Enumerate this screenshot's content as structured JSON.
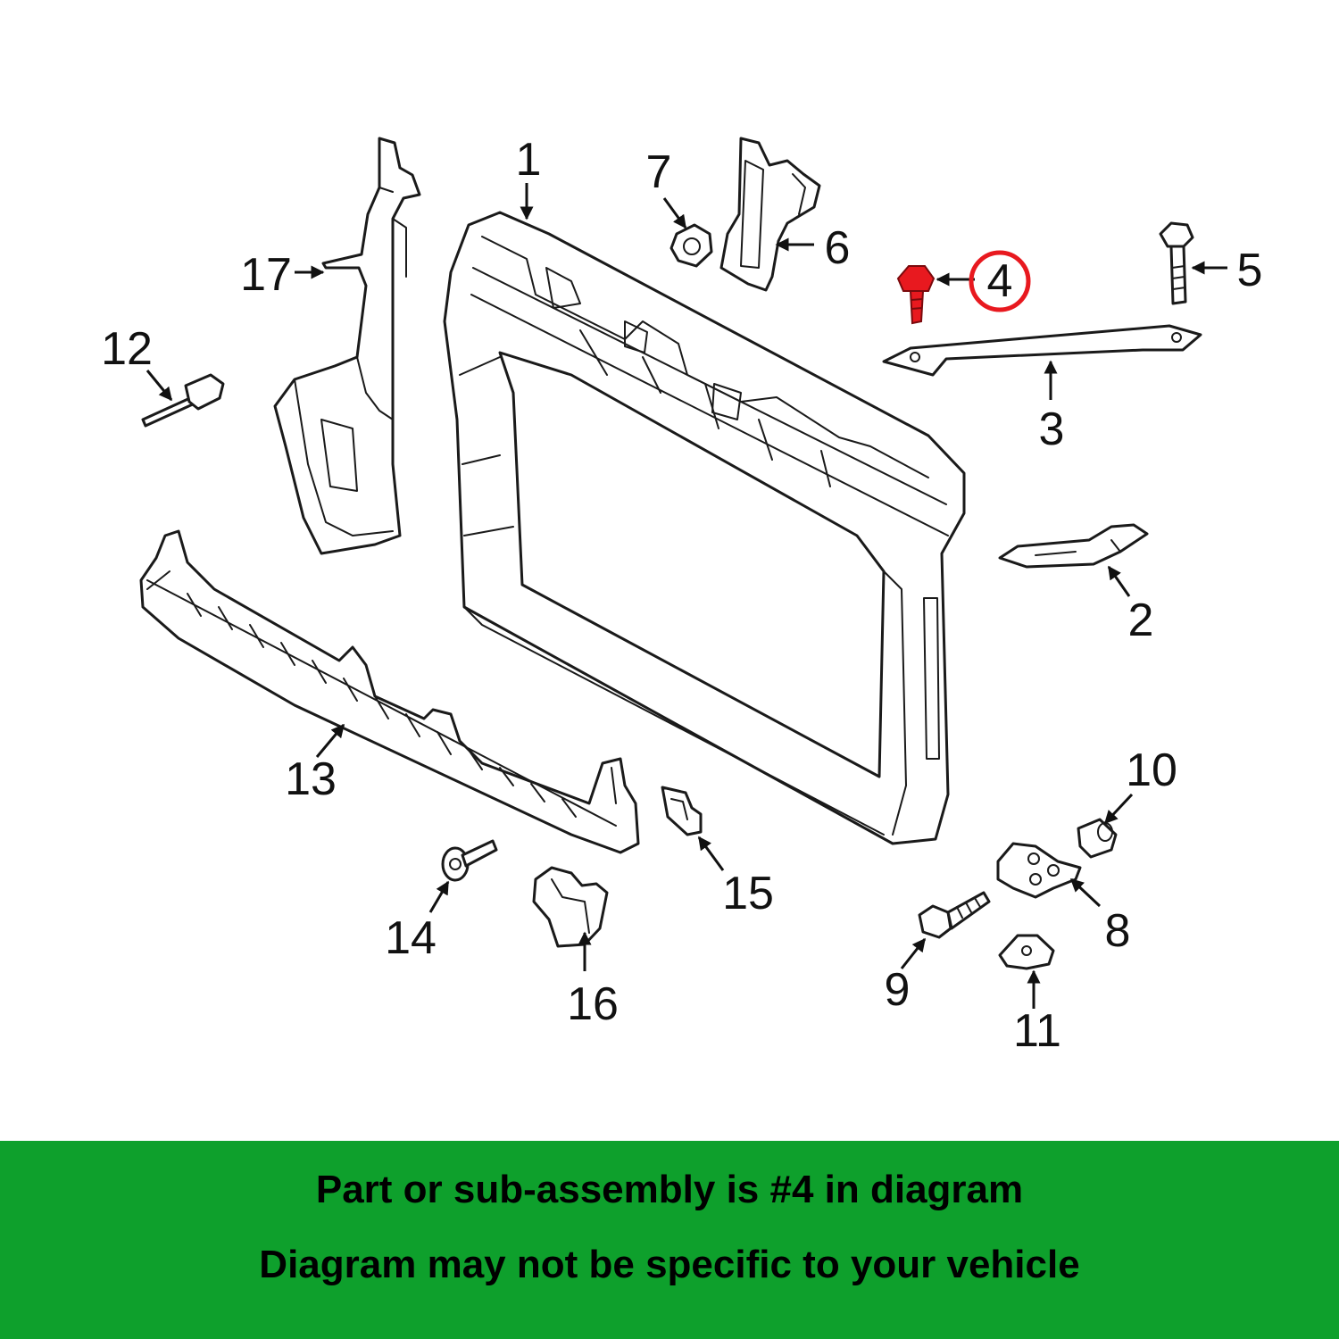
{
  "diagram": {
    "callouts": [
      "1",
      "2",
      "3",
      "4",
      "5",
      "6",
      "7",
      "8",
      "9",
      "10",
      "11",
      "12",
      "13",
      "14",
      "15",
      "16",
      "17"
    ],
    "highlighted_callout": "4",
    "highlight_color": "#e8191f",
    "line_color": "#1a1a1a"
  },
  "banner": {
    "background_color": "#0ea02c",
    "line1": "Part or sub-assembly is #4 in diagram",
    "line2": "Diagram may not be specific to your vehicle"
  }
}
